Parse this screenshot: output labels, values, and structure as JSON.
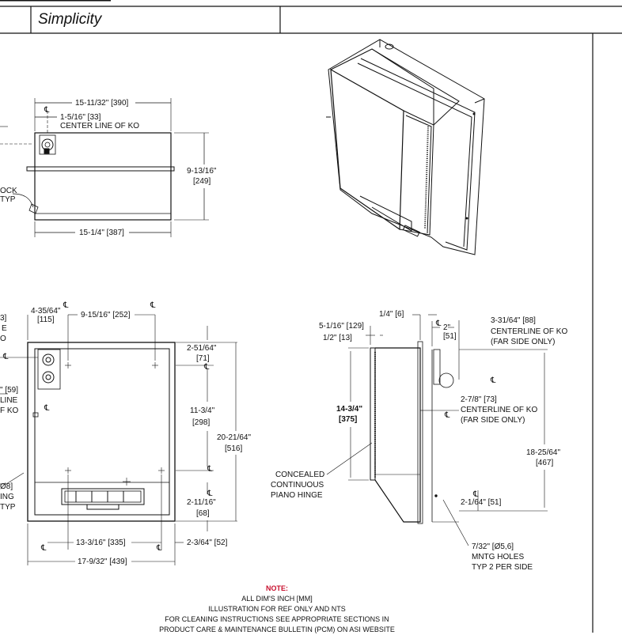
{
  "header": {
    "title": "Simplicity"
  },
  "top_view": {
    "width_overall": "15-11/32\" [390]",
    "ko_offset": "1-5/16\" [33]",
    "ko_centerline": "CENTER LINE OF KO",
    "depth": "9-13/16\"",
    "depth_mm": "[249]",
    "inner_width": "15-1/4\" [387]",
    "lock_label_1": "OCK",
    "lock_label_2": "TYP",
    "cl": "℄"
  },
  "front_view": {
    "ko_left": "4-35/64\"",
    "ko_left_mm": "[115]",
    "ko_spacing": "9-15/16\" [252]",
    "top_offset": "2-51/64\"",
    "top_offset_mm": "[71]",
    "mid_height": "11-3/4\"",
    "mid_height_mm": "[298]",
    "overall_height": "20-21/64\"",
    "overall_height_mm": "[516]",
    "bottom_offset": "2-11/16\"",
    "bottom_offset_mm": "[68]",
    "bottom_spacing": "13-3/16\" [335]",
    "right_offset": "2-3/64\" [52]",
    "overall_width": "17-9/32\" [439]",
    "left_labels": [
      "3]",
      "E",
      "O",
      "\" [59]",
      "LINE",
      "F KO",
      "Ø8]",
      "ING",
      "TYP"
    ]
  },
  "side_view": {
    "flange": "1/4\" [6]",
    "depth": "5-1/16\" [129]",
    "lip": "1/2\" [13]",
    "ko_gap": "2\"",
    "ko_gap_mm": "[51]",
    "ko_depth": "3-31/64\" [88]",
    "ko_centerline": "CENTERLINE OF KO",
    "far_side": "(FAR SIDE ONLY)",
    "ko_depth2": "2-7/8\" [73]",
    "ko_centerline2": "CENTERLINE OF KO",
    "far_side2": "(FAR SIDE ONLY)",
    "height": "14-3/4\"",
    "height_mm": "[375]",
    "hinge_1": "CONCEALED",
    "hinge_2": "CONTINUOUS",
    "hinge_3": "PIANO HINGE",
    "right_height": "18-25/64\"",
    "right_height_mm": "[467]",
    "bottom_offset": "2-1/64\" [51]",
    "holes_1": "7/32\" [Ø5,6]",
    "holes_2": "MNTG HOLES",
    "holes_3": "TYP 2 PER SIDE"
  },
  "note": {
    "title": "NOTE:",
    "lines": [
      "ALL DIM'S INCH [MM]",
      "ILLUSTRATION FOR REF ONLY AND NTS",
      "FOR CLEANING INSTRUCTIONS SEE APPROPRIATE SECTIONS IN",
      "PRODUCT CARE & MAINTENANCE BULLETIN (PCM) ON ASI WEBSITE"
    ]
  }
}
